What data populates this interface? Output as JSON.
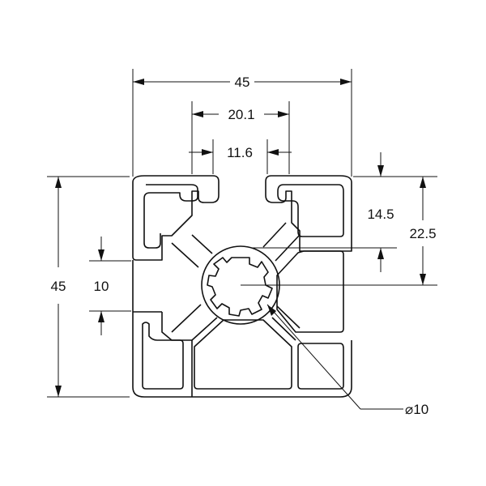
{
  "dimensions": {
    "overall_width": "45",
    "slot_outer_width": "20.1",
    "slot_opening": "11.6",
    "slot_depth": "14.5",
    "half_height": "22.5",
    "overall_height": "45",
    "slot_opening_side": "10",
    "bore_diameter": "⌀10"
  }
}
